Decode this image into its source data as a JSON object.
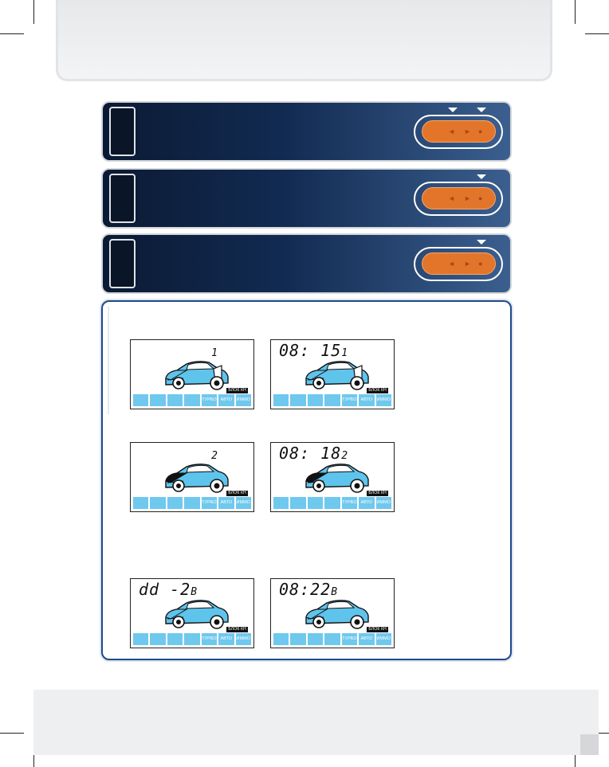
{
  "steps": [
    {
      "id": "step-1",
      "markers": 2
    },
    {
      "id": "step-2",
      "markers": 1
    },
    {
      "id": "step-3",
      "markers": 1
    }
  ],
  "remote_key": {
    "button_left_glyph": "◄",
    "button_right_glyph": "►",
    "button_center_glyph": "●",
    "color": "#e3752a"
  },
  "displays": [
    {
      "id": "lcd-1-left",
      "main": "",
      "sub": "1",
      "door_open": true,
      "hood_dark": false
    },
    {
      "id": "lcd-1-right",
      "main": "08: 15",
      "sub": "1",
      "door_open": true,
      "hood_dark": false
    },
    {
      "id": "lcd-2-left",
      "main": "",
      "sub": "2",
      "door_open": false,
      "hood_dark": true
    },
    {
      "id": "lcd-2-right",
      "main": "08: 18",
      "sub": "2",
      "door_open": false,
      "hood_dark": true
    },
    {
      "id": "lcd-3-left",
      "main": "dd -2",
      "sub": "B",
      "door_open": false,
      "hood_dark": false
    },
    {
      "id": "lcd-3-right",
      "main": "08:22",
      "sub": "B",
      "door_open": false,
      "hood_dark": false
    }
  ],
  "lcd_common": {
    "lock_label": "БЛОК КН",
    "icon_labels": [
      "",
      "",
      "",
      "",
      "ТУРБО",
      "АВТО",
      "ИММО"
    ],
    "icon_names": [
      "pistol-icon",
      "door-icon",
      "trunk-icon",
      "key-icon",
      "turbo-icon",
      "auto-icon",
      "immo-icon"
    ],
    "car_color": "#5fc4ec",
    "icon_color": "#6fc8ee"
  },
  "colors": {
    "step_dark": "#0b1a34",
    "step_light": "#3b5f8f",
    "panel_border": "#1d4a8c"
  }
}
